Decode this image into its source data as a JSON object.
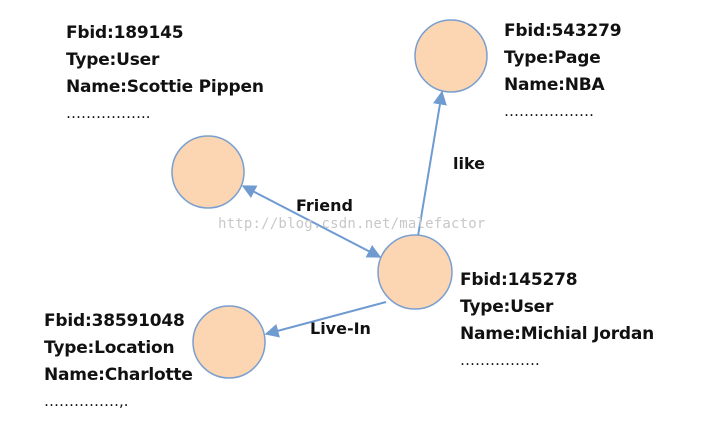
{
  "nodes": {
    "scottie": {
      "fbid": "Fbid:189145",
      "type": "Type:User",
      "name": "Name:Scottie Pippen",
      "more": "…………….."
    },
    "nba": {
      "fbid": "Fbid:543279",
      "type": "Type:Page",
      "name": "Name:NBA",
      "more": "………………"
    },
    "michial": {
      "fbid": "Fbid:145278",
      "type": "Type:User",
      "name": "Name:Michial Jordan",
      "more": "……………."
    },
    "charlotte": {
      "fbid": "Fbid:38591048",
      "type": "Type:Location",
      "name": "Name:Charlotte",
      "more": "……………,."
    }
  },
  "edges": {
    "friend": "Friend",
    "like": "like",
    "live_in": "Live-In"
  },
  "watermark": "http://blog.csdn.net/malefactor",
  "colors": {
    "node_fill": "#fcd5b3",
    "node_stroke": "#5b87c4",
    "edge": "#6f9bd1"
  }
}
